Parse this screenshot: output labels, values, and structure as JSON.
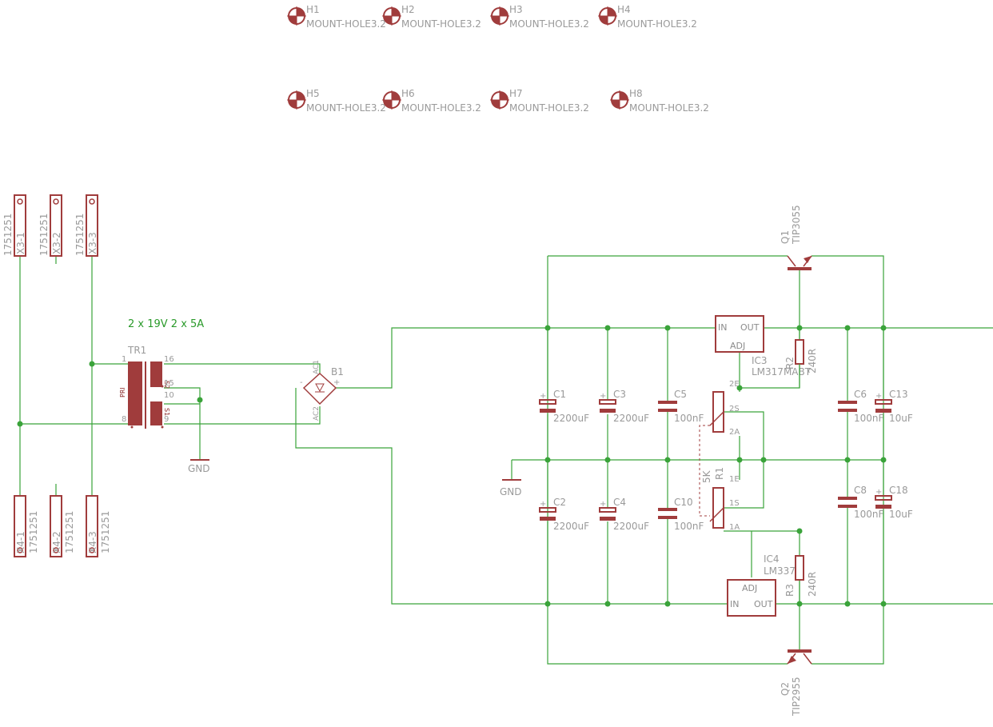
{
  "mount_holes": [
    {
      "ref": "H1",
      "value": "MOUNT-HOLE3.2"
    },
    {
      "ref": "H2",
      "value": "MOUNT-HOLE3.2"
    },
    {
      "ref": "H3",
      "value": "MOUNT-HOLE3.2"
    },
    {
      "ref": "H4",
      "value": "MOUNT-HOLE3.2"
    },
    {
      "ref": "H5",
      "value": "MOUNT-HOLE3.2"
    },
    {
      "ref": "H6",
      "value": "MOUNT-HOLE3.2"
    },
    {
      "ref": "H7",
      "value": "MOUNT-HOLE3.2"
    },
    {
      "ref": "H8",
      "value": "MOUNT-HOLE3.2"
    }
  ],
  "connectors": {
    "x3_1": {
      "ref": "X3-1",
      "value": "1751251"
    },
    "x3_2": {
      "ref": "X3-2",
      "value": "1751251"
    },
    "x3_3": {
      "ref": "X3-3",
      "value": "1751251"
    },
    "x4_1": {
      "ref": "X4-1",
      "value": "1751251"
    },
    "x4_2": {
      "ref": "X4-2",
      "value": "1751251"
    },
    "x4_3": {
      "ref": "X4-3",
      "value": "1751251"
    }
  },
  "transformer": {
    "ref": "TR1",
    "value": "2 x 19V 2 x 5A",
    "pri": "PRI",
    "s1": "S1",
    "s2": "S2",
    "pins": {
      "p1": "1",
      "p8": "8",
      "p16": "16",
      "p15": "15",
      "p10": "10",
      "p9": "9"
    }
  },
  "bridge": {
    "ref": "B1",
    "ac1": "AC1",
    "ac2": "AC2",
    "plus": "+",
    "minus": "-"
  },
  "gnd_labels": {
    "left": "GND",
    "mid": "GND"
  },
  "capacitors": {
    "c1": {
      "ref": "C1",
      "value": "2200uF"
    },
    "c2": {
      "ref": "C2",
      "value": "2200uF"
    },
    "c3": {
      "ref": "C3",
      "value": "2200uF"
    },
    "c4": {
      "ref": "C4",
      "value": "2200uF"
    },
    "c5": {
      "ref": "C5",
      "value": "100nF"
    },
    "c10": {
      "ref": "C10",
      "value": "100nF"
    },
    "c6": {
      "ref": "C6",
      "value": "100nF"
    },
    "c8": {
      "ref": "C8",
      "value": "100nF"
    },
    "c13": {
      "ref": "C13",
      "value": "10uF"
    },
    "c18": {
      "ref": "C18",
      "value": "10uF"
    }
  },
  "transistors": {
    "q1": {
      "ref": "Q1",
      "value": "TIP3055"
    },
    "q2": {
      "ref": "Q2",
      "value": "TIP2955"
    }
  },
  "regulators": {
    "ic3": {
      "ref": "IC3",
      "value": "LM317MABT",
      "in": "IN",
      "out": "OUT",
      "adj": "ADJ"
    },
    "ic4": {
      "ref": "IC4",
      "value": "LM337",
      "in": "IN",
      "out": "OUT",
      "adj": "ADJ"
    }
  },
  "resistors": {
    "r2": {
      "ref": "R2",
      "value": "240R"
    },
    "r3": {
      "ref": "R3",
      "value": "240R"
    }
  },
  "pot": {
    "ref": "R1",
    "value": "5K",
    "pins": {
      "p2e": "2E",
      "p2s": "2S",
      "p2a": "2A",
      "p1e": "1E",
      "p1s": "1S",
      "p1a": "1A"
    }
  },
  "colors": {
    "wire": "#3aa33a",
    "part": "#a03c3c",
    "label": "#9a9a9a",
    "note": "#2a9a2a"
  }
}
